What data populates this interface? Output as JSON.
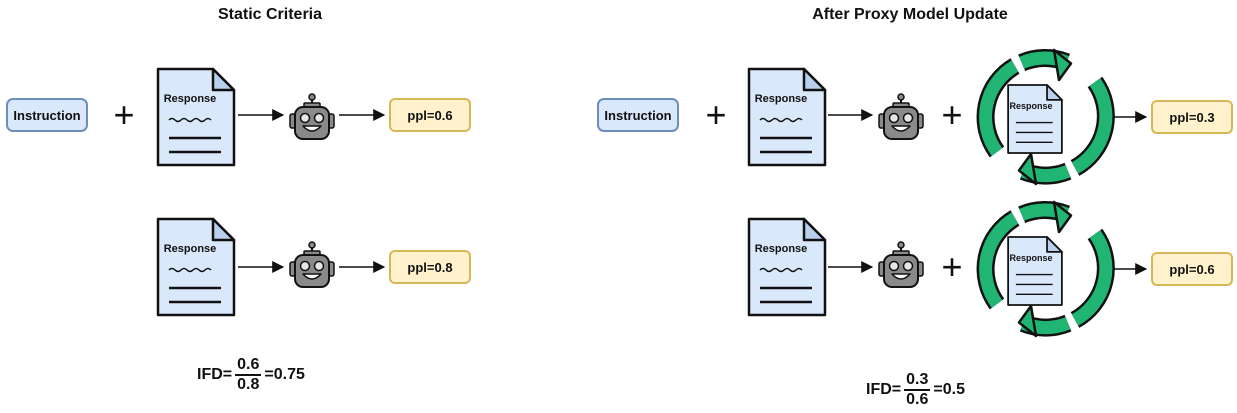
{
  "left": {
    "title": "Static Criteria",
    "instruction": "Instruction",
    "plus": "+",
    "doc1": "Response",
    "doc2": "Response",
    "ppl1": "ppl=0.6",
    "ppl2": "ppl=0.8",
    "formula": {
      "prefix": "IFD=",
      "numerator": "0.6",
      "denominator": "0.8",
      "result": "=0.75"
    }
  },
  "right": {
    "title": "After Proxy Model Update",
    "instruction": "Instruction",
    "plus": "+",
    "doc1": "Response",
    "doc2": "Response",
    "cycle_doc1": "Response",
    "cycle_doc2": "Response",
    "ppl1": "ppl=0.3",
    "ppl2": "ppl=0.6",
    "formula": {
      "prefix": "IFD=",
      "numerator": "0.3",
      "denominator": "0.6",
      "result": "=0.5"
    }
  },
  "colors": {
    "instruction_fill": "#dae8fc",
    "instruction_border": "#6c8ebf",
    "ppl_fill": "#fff2cc",
    "ppl_border": "#d6b656",
    "cycle_arrow": "#21b573",
    "robot": "#8a8a8a"
  },
  "icons": [
    "document-icon",
    "robot-icon",
    "cycle-arrows-icon",
    "arrow-right-icon",
    "plus-icon"
  ]
}
